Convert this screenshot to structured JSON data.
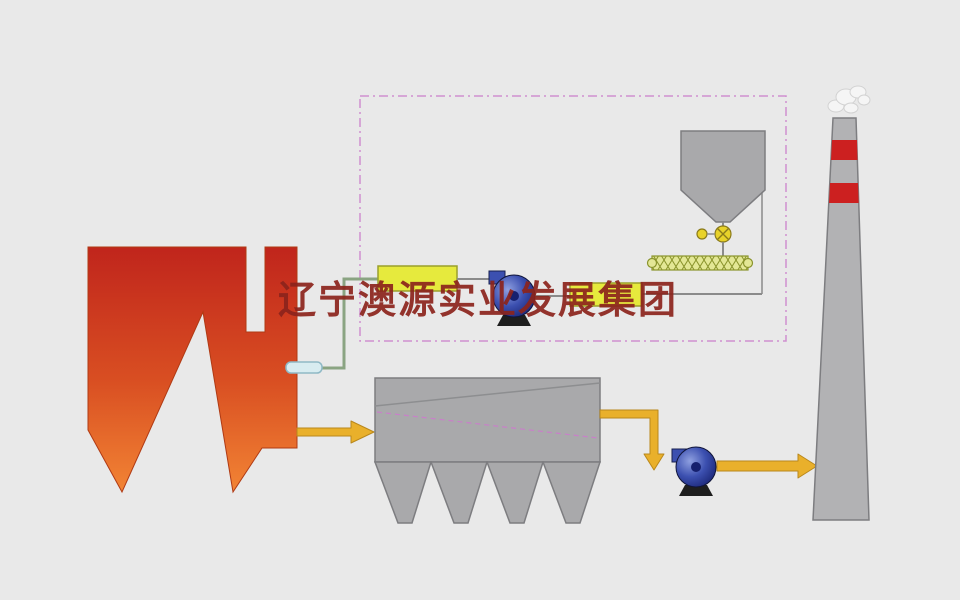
{
  "watermark": {
    "text": "辽宁澳源实业发展集团"
  },
  "icons": {
    "rotary_valve": "circle-with-x",
    "smoke": "cloud-puffs",
    "screw_conveyor": "cross-hatched-bar"
  },
  "colors": {
    "background": "#e9e9e9",
    "boiler_top": "#c0251c",
    "boiler_mid": "#d94f22",
    "boiler_bottom": "#f28434",
    "equipment_fill": "#a9a9ab",
    "equipment_stroke": "#7d7d80",
    "chimney_fill": "#b2b2b4",
    "yellow_box_fill": "#e6ea3d",
    "yellow_box_stroke": "#9aa02c",
    "pump_light": "#8fa0e0",
    "pump_mid": "#3c50b0",
    "pump_dark": "#16206e",
    "pump_base": "#1e1e1e",
    "arrow_fill": "#e9b02b",
    "arrow_stroke": "#b9881c",
    "pipe_green": "#8aa482",
    "connector_gray": "#8b8b8b",
    "dashed_box": "#cf8fd0",
    "dashed_line": "#c97fc9",
    "stripe_red": "#cc2020",
    "valve_yellow": "#e8d22a",
    "valve_stroke": "#8a7a1a",
    "conveyor_fill": "#e3e795",
    "conveyor_stroke": "#8a942c",
    "sight_glass_fill": "#d8ecf0",
    "sight_glass_stroke": "#8fb9c6",
    "smoke_fill": "#f5f5f5",
    "smoke_stroke": "#d2d2d2",
    "watermark_color": "#8c241c"
  }
}
